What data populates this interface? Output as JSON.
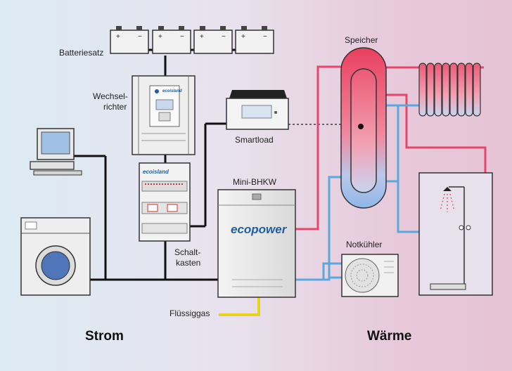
{
  "labels": {
    "battery_set": "Batteriesatz",
    "inverter_line1": "Wechsel-",
    "inverter_line2": "richter",
    "smartload": "Smartload",
    "mini_bhkw": "Mini-BHKW",
    "switch_box_line1": "Schalt-",
    "switch_box_line2": "kasten",
    "liquid_gas": "Flüssiggas",
    "storage": "Speicher",
    "emergency_cooler": "Notkühler",
    "power": "Strom",
    "heat": "Wärme"
  },
  "brands": {
    "ecoisland": "ecoisland",
    "ecopower": "ecopower"
  },
  "battery_terminals": {
    "plus": "+",
    "minus": "−"
  },
  "colors": {
    "hot_line": "#e8456a",
    "cold_line": "#5aa8de",
    "gas_line": "#e7d21c",
    "power_line": "#111111",
    "brand_blue": "#1f5fa8"
  }
}
